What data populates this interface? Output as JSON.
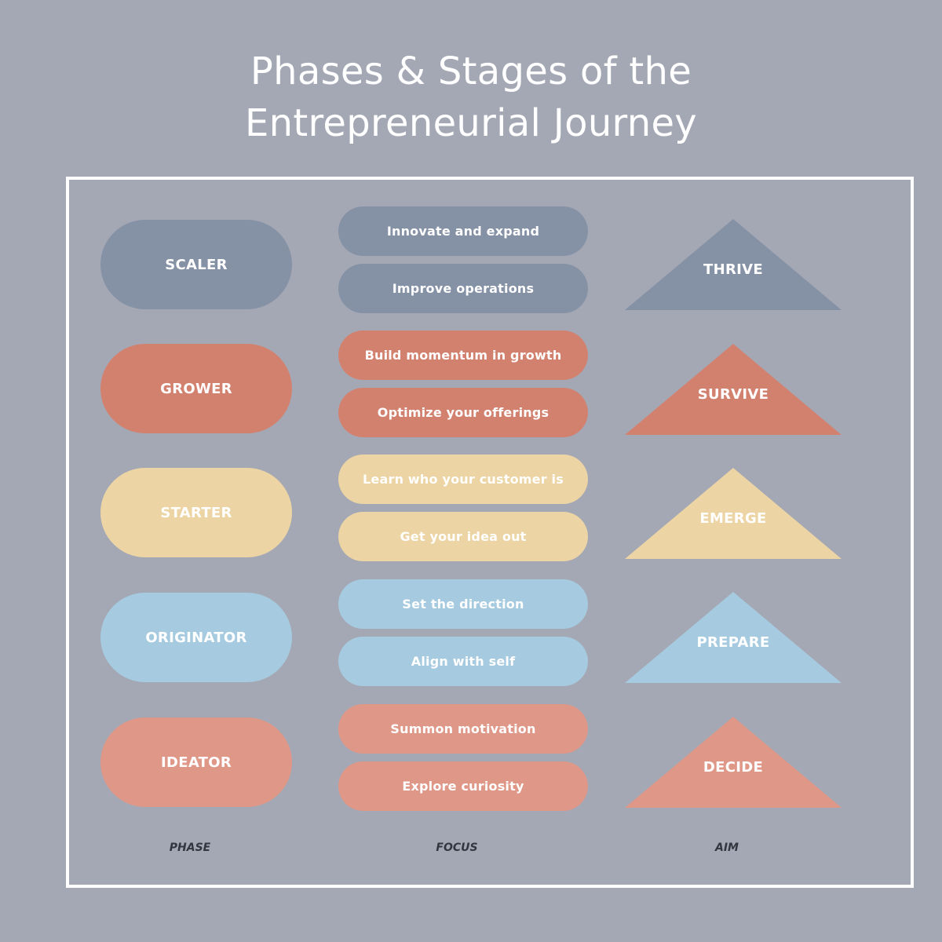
{
  "title": {
    "line1": "Phases & Stages of the",
    "line2": "Entrepreneurial Journey"
  },
  "colors": {
    "background": "#a4a8b4",
    "scaler": "#8591a5",
    "grower": "#d3816f",
    "starter": "#ecd4a4",
    "originator": "#a6cadf",
    "ideator": "#df9788"
  },
  "rows": [
    {
      "phase": "SCALER",
      "focus": [
        "Innovate and expand",
        "Improve operations"
      ],
      "aim": "THRIVE",
      "color_key": "scaler"
    },
    {
      "phase": "GROWER",
      "focus": [
        "Build momentum in growth",
        "Optimize your offerings"
      ],
      "aim": "SURVIVE",
      "color_key": "grower"
    },
    {
      "phase": "STARTER",
      "focus": [
        "Learn who your customer is",
        "Get your idea out"
      ],
      "aim": "EMERGE",
      "color_key": "starter"
    },
    {
      "phase": "ORIGINATOR",
      "focus": [
        "Set the direction",
        "Align with self"
      ],
      "aim": "PREPARE",
      "color_key": "originator"
    },
    {
      "phase": "IDEATOR",
      "focus": [
        "Summon motivation",
        "Explore curiosity"
      ],
      "aim": "DECIDE",
      "color_key": "ideator"
    }
  ],
  "columns": {
    "phase": "PHASE",
    "focus": "FOCUS",
    "aim": "AIM"
  }
}
